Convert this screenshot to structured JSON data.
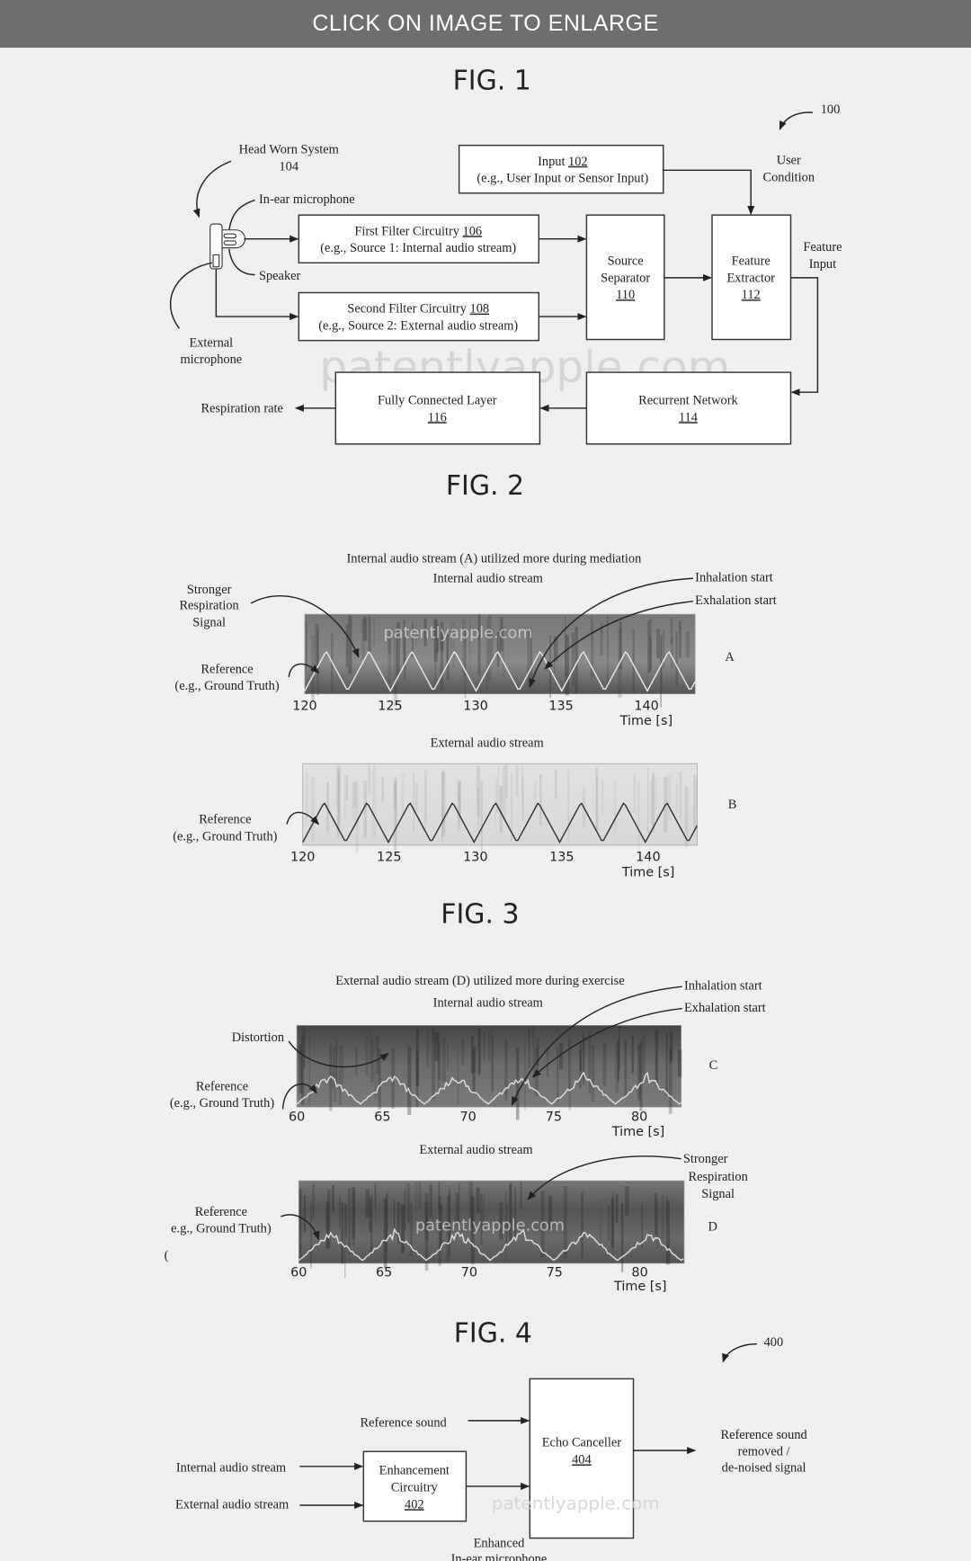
{
  "banner": {
    "label": "CLICK ON IMAGE TO ENLARGE"
  },
  "watermark": "patentlyapple.com",
  "fig1": {
    "title": "FIG. 1",
    "ref": "100",
    "head_worn": [
      "Head Worn System",
      "104"
    ],
    "in_ear_mic": "In-ear microphone",
    "speaker": "Speaker",
    "external_mic": [
      "External",
      "microphone"
    ],
    "input": {
      "label": "Input ",
      "num": "102",
      "sub": "(e.g., User Input or Sensor Input)"
    },
    "user_condition": [
      "User",
      "Condition"
    ],
    "first_filter": {
      "label": "First Filter Circuitry ",
      "num": "106",
      "sub": "(e.g., Source 1: Internal audio stream)"
    },
    "second_filter": {
      "label": "Second Filter Circuitry ",
      "num": "108",
      "sub": "(e.g., Source 2: External audio stream)"
    },
    "source_separator": {
      "lines": [
        "Source",
        "Separator"
      ],
      "num": "110"
    },
    "feature_extractor": {
      "lines": [
        "Feature",
        "Extractor"
      ],
      "num": "112"
    },
    "feature_input": [
      "Feature",
      "Input"
    ],
    "recurrent_network": {
      "label": "Recurrent Network",
      "num": "114"
    },
    "fully_connected": {
      "label": "Fully Connected Layer",
      "num": "116"
    },
    "respiration_rate": "Respiration rate"
  },
  "fig2": {
    "title": "FIG. 2",
    "caption": "Internal audio stream (A) utilized more during mediation",
    "panel_a": {
      "title": "Internal audio stream",
      "letter": "A",
      "ticks": [
        "120",
        "125",
        "130",
        "135",
        "140"
      ],
      "xlabel": "Time [s]"
    },
    "panel_b": {
      "title": "External audio stream",
      "letter": "B",
      "ticks": [
        "120",
        "125",
        "130",
        "135",
        "140"
      ],
      "xlabel": "Time [s]"
    },
    "stronger": [
      "Stronger",
      "Respiration",
      "Signal"
    ],
    "reference": [
      "Reference",
      "(e.g., Ground Truth)"
    ],
    "inhalation": "Inhalation start",
    "exhalation": "Exhalation start"
  },
  "fig3": {
    "title": "FIG. 3",
    "caption": "External audio stream (D) utilized more during exercise",
    "panel_c": {
      "title": "Internal audio stream",
      "letter": "C",
      "ticks": [
        "60",
        "65",
        "70",
        "75",
        "80"
      ],
      "xlabel": "Time [s]"
    },
    "panel_d": {
      "title": "External audio stream",
      "letter": "D",
      "ticks": [
        "60",
        "65",
        "70",
        "75",
        "80"
      ],
      "xlabel": "Time [s]"
    },
    "distortion": "Distortion",
    "reference": [
      "Reference",
      "(e.g., Ground Truth)"
    ],
    "reference_d": [
      "Reference",
      "e.g., Ground Truth)",
      "("
    ],
    "inhalation": "Inhalation start",
    "exhalation": "Exhalation start",
    "stronger": [
      "Stronger",
      "Respiration",
      "Signal"
    ]
  },
  "fig4": {
    "title": "FIG. 4",
    "ref": "400",
    "reference_sound": "Reference sound",
    "internal": "Internal audio stream",
    "external": "External audio stream",
    "enhancement": {
      "lines": [
        "Enhancement",
        "Circuitry"
      ],
      "num": "402"
    },
    "echo": {
      "label": "Echo Canceller",
      "num": "404"
    },
    "output": [
      "Reference sound",
      "removed /",
      "de-noised signal"
    ],
    "enhanced": [
      "Enhanced",
      "In-ear microphone"
    ]
  },
  "colors": {
    "banner": "#6e6e6e",
    "background": "#efefef"
  }
}
